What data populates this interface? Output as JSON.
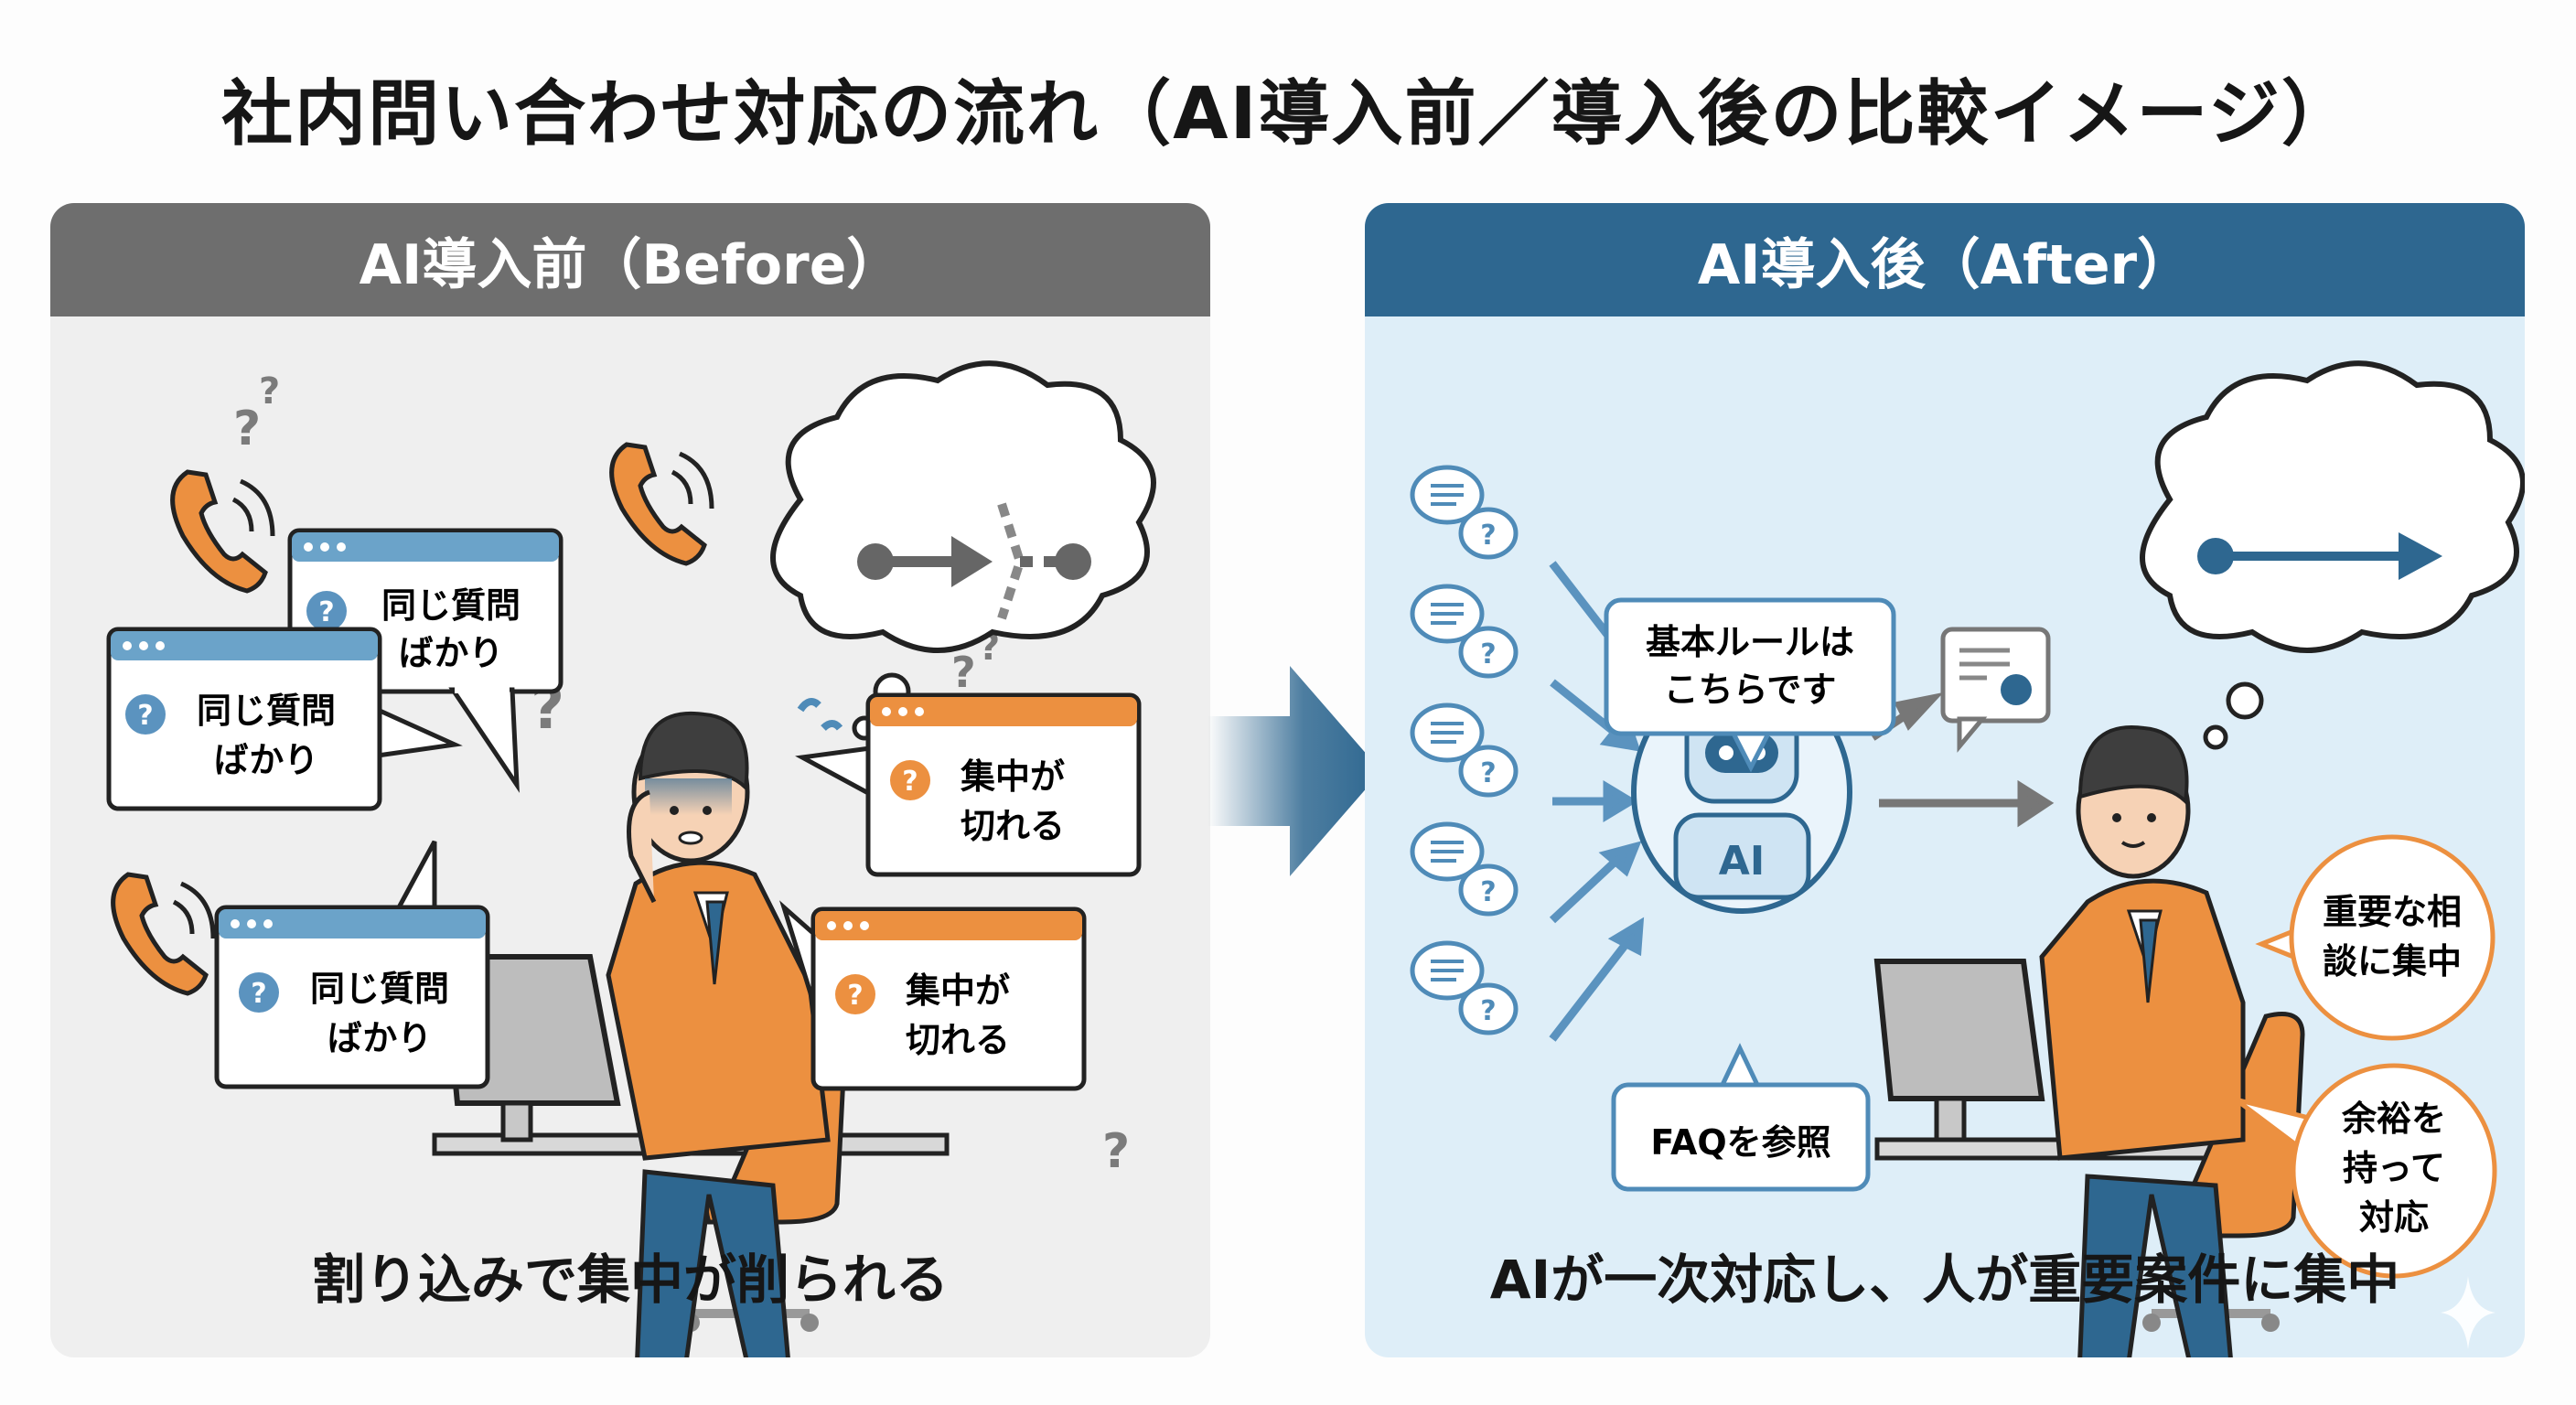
{
  "title": "社内問い合わせ対応の流れ（AI導入前／導入後の比較イメージ）",
  "colors": {
    "before_header": "#6e6e6e",
    "after_header": "#2e6790",
    "accent_orange": "#ec9040",
    "accent_blue": "#4f8bb8",
    "before_bg": "#efefef",
    "after_bg": "#deeef8"
  },
  "before": {
    "header": "AI導入前（Before）",
    "caption": "割り込みで集中が削られる",
    "bubbles": [
      {
        "line1": "同じ質問",
        "line2": "ばかり",
        "kind": "question-blue"
      },
      {
        "line1": "同じ質問",
        "line2": "ばかり",
        "kind": "question-blue"
      },
      {
        "line1": "同じ質問",
        "line2": "ばかり",
        "kind": "question-blue"
      },
      {
        "line1": "集中が",
        "line2": "切れる",
        "kind": "question-orange"
      },
      {
        "line1": "集中が",
        "line2": "切れる",
        "kind": "question-orange"
      }
    ],
    "thought": "interrupted-path"
  },
  "after": {
    "header": "AI導入後（After）",
    "caption": "AIが一次対応し、人が重要案件に集中",
    "ai_label": "AI",
    "bot_bubble_top": {
      "line1": "基本ルールは",
      "line2": "こちらです"
    },
    "bot_bubble_bottom": {
      "line1": "FAQを参照"
    },
    "person_bubbles": [
      {
        "line1": "重要な相",
        "line2": "談に集中"
      },
      {
        "line1": "余裕を",
        "line2": "持って",
        "line3": "対応"
      }
    ],
    "thought": "straight-path",
    "incoming_inquiries": 5
  }
}
